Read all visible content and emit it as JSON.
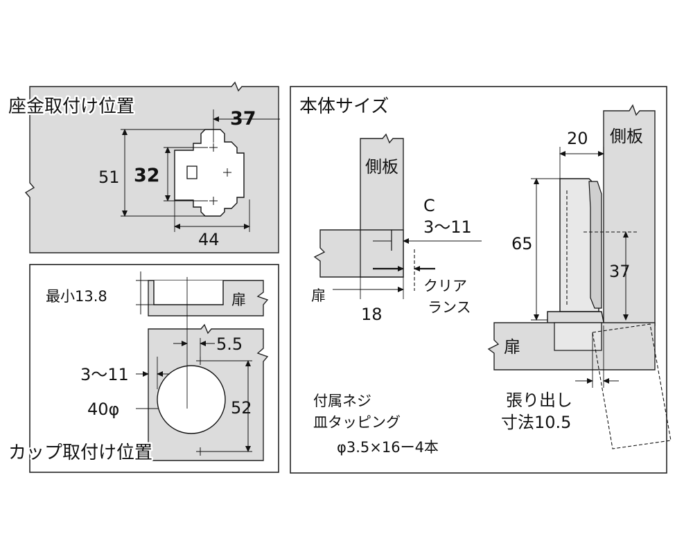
{
  "panels": {
    "mounting_plate": {
      "title": "座金取付け位置",
      "dims": {
        "top": "37",
        "height_outer": "51",
        "height_inner": "32",
        "width": "44"
      }
    },
    "cup": {
      "title": "カップ取付け位置",
      "min_label": "最小13.8",
      "door_label": "扉",
      "dims": {
        "offset": "5.5",
        "edge": "3～11",
        "diameter": "40φ",
        "height": "52"
      }
    },
    "body_size": {
      "title": "本体サイズ",
      "side_panel_label": "側板",
      "door_label": "扉",
      "c_label": "C",
      "c_range": "3～11",
      "clearance_line1": "クリア",
      "clearance_line2": "ランス",
      "thickness": "18",
      "width": "20",
      "side_panel_label_right": "側板",
      "height": "65",
      "center": "37",
      "door_label_right": "扉",
      "projection_line1": "張り出し",
      "projection_line2": "寸法10.5",
      "screw_line1": "付属ネジ",
      "screw_line2": "皿タッピング",
      "screw_line3": "φ3.5×16ー4本"
    }
  }
}
